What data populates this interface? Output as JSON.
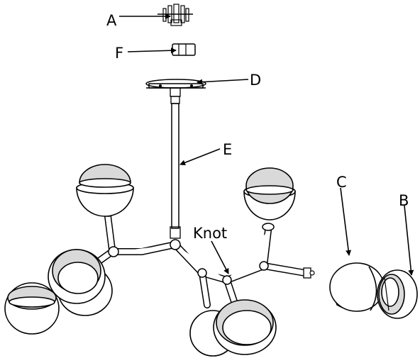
{
  "labels": {
    "a": "A",
    "b": "B",
    "c": "C",
    "d": "D",
    "e": "E",
    "f": "F",
    "knot": "Knot"
  },
  "colors": {
    "line": "#000000",
    "background": "#ffffff",
    "shade": "#d9d9d9",
    "dark_shade": "#9a9a9a"
  }
}
